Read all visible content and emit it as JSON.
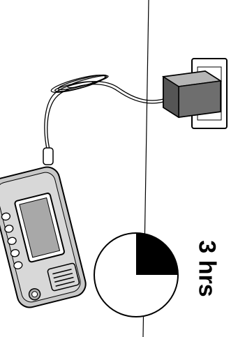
{
  "instruction": {
    "duration_label": "3 hrs"
  },
  "illustration": {
    "device": "handheld-pda",
    "charger": "wall-adapter",
    "clock": "clock-icon"
  },
  "colors": {
    "ink": "#000000",
    "device_body": "#c8c8c8",
    "device_screen": "#a8a8a8",
    "adapter": "#6e6e6e",
    "clock_fill": "#000000"
  }
}
